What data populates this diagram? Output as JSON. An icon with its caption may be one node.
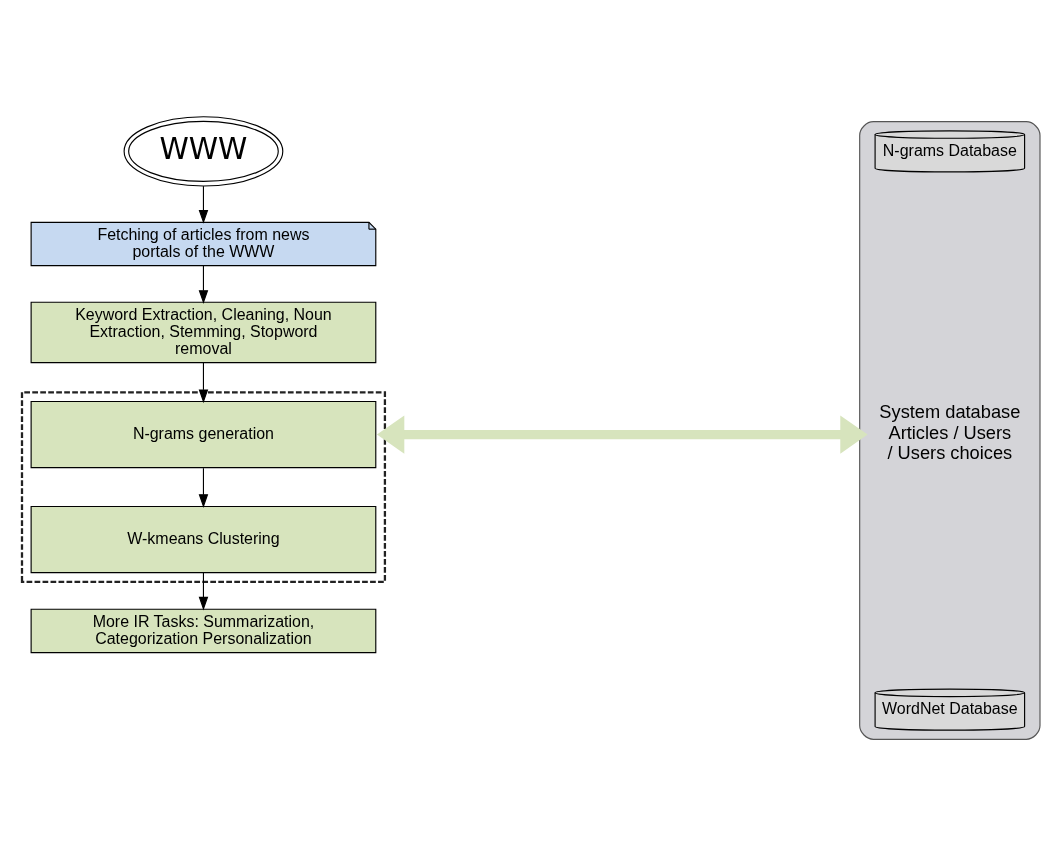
{
  "diagram": {
    "nodes": [
      {
        "text": [
          "WWW"
        ]
      },
      {
        "text": [
          "Fetching of articles from news portals of the WWW"
        ]
      },
      {
        "text": [
          "Keyword Extraction, Cleaning, Noun Extraction, Stemming, Stopword removal"
        ]
      },
      {
        "text": [],
        "shape": "box"
      },
      {
        "text": [
          "N-grams generation"
        ],
        "in": 3
      },
      {
        "text": [
          "W-kmeans Clustering"
        ],
        "in": 3
      },
      {
        "text": [
          "More IR Tasks: Summarization, Categorization Personalization"
        ]
      },
      {
        "text": [
          "System database Articles / Users / Users choices"
        ]
      },
      {
        "text": [
          "N-grams Database"
        ],
        "in": 7
      },
      {
        "text": [
          "WordNet Database"
        ],
        "in": 7
      }
    ],
    "edges": [
      {
        "from": 0,
        "to": 1,
        "arrow": "to"
      },
      {
        "from": 1,
        "to": 2,
        "arrow": "to"
      },
      {
        "from": 2,
        "to": 4,
        "arrow": "to"
      },
      {
        "from": 4,
        "to": 5,
        "arrow": "to"
      },
      {
        "from": 5,
        "to": 6,
        "arrow": "to"
      },
      {
        "from": 3,
        "to": 7,
        "arrow": "both",
        "style": "thick",
        "color": "#d7e4bd"
      }
    ]
  }
}
